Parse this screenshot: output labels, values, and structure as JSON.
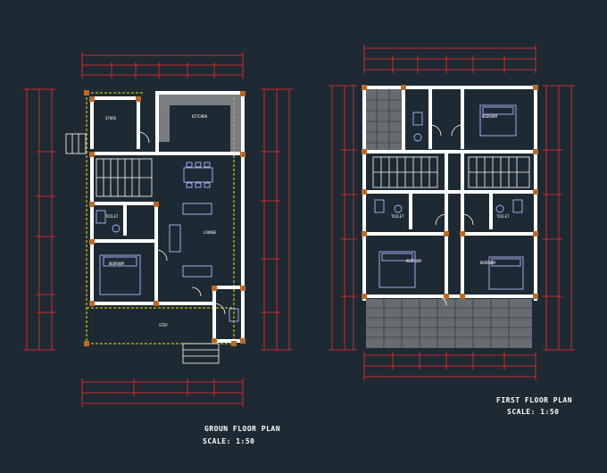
{
  "plans": {
    "ground": {
      "title": "GROUN FLOOR PLAN",
      "scale": "SCALE: 1:50",
      "rooms": [
        "STORE",
        "KITCHEN",
        "LOUNGE",
        "TOILET",
        "BEDROOM",
        "STEP"
      ]
    },
    "first": {
      "title": "FIRST FLOOR PLAN",
      "scale": "SCALE: 1:50",
      "rooms": [
        "BEDROOM",
        "TOILET",
        "TOILET",
        "BEDROOM",
        "BEDROOM"
      ]
    }
  },
  "colors": {
    "background": "#1e2a33",
    "wall": "#ffffff",
    "dimension": "#ff2a2a",
    "dashed": "#e8e800",
    "column": "#b86a2a",
    "fixture": "#b0b4ff",
    "hatch": "#9a9a9a"
  }
}
